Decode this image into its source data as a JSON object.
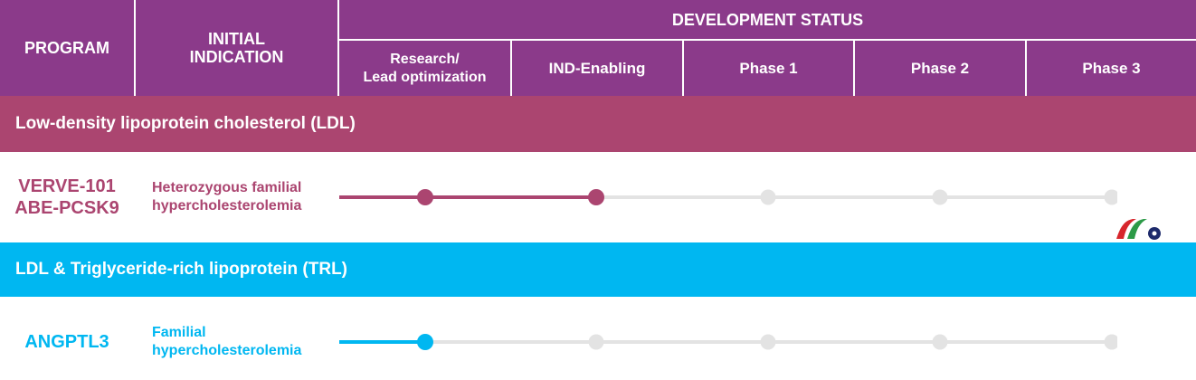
{
  "header": {
    "program": "PROGRAM",
    "indication_line1": "INITIAL",
    "indication_line2": "INDICATION",
    "development_status": "DEVELOPMENT STATUS",
    "stages": [
      {
        "line1": "Research/",
        "line2": "Lead optimization"
      },
      {
        "line1": "IND-Enabling",
        "line2": ""
      },
      {
        "line1": "Phase 1",
        "line2": ""
      },
      {
        "line1": "Phase 2",
        "line2": ""
      },
      {
        "line1": "Phase 3",
        "line2": ""
      }
    ]
  },
  "colors": {
    "header": "#8b3a8a",
    "ldl": "#ab4570",
    "trl": "#00b7f1",
    "inactive": "#e3e3e3",
    "logo_red": "#d7262c",
    "logo_green": "#2c9a47",
    "logo_navy": "#1d2a6b"
  },
  "sections": [
    {
      "title": "Low-density lipoprotein cholesterol (LDL)",
      "color": "#ab4570",
      "programs": [
        {
          "name_line1": "VERVE-101",
          "name_line2": "ABE-PCSK9",
          "indication_line1": "Heterozygous familial",
          "indication_line2": "hypercholesterolemia",
          "stage_reached": 2
        }
      ]
    },
    {
      "title": "LDL & Triglyceride-rich lipoprotein (TRL)",
      "color": "#00b7f1",
      "programs": [
        {
          "name_line1": "ANGPTL3",
          "name_line2": "",
          "indication_line1": "Familial",
          "indication_line2": "hypercholesterolemia",
          "stage_reached": 1
        }
      ]
    }
  ],
  "logo_icon": "watermark-logo-icon"
}
